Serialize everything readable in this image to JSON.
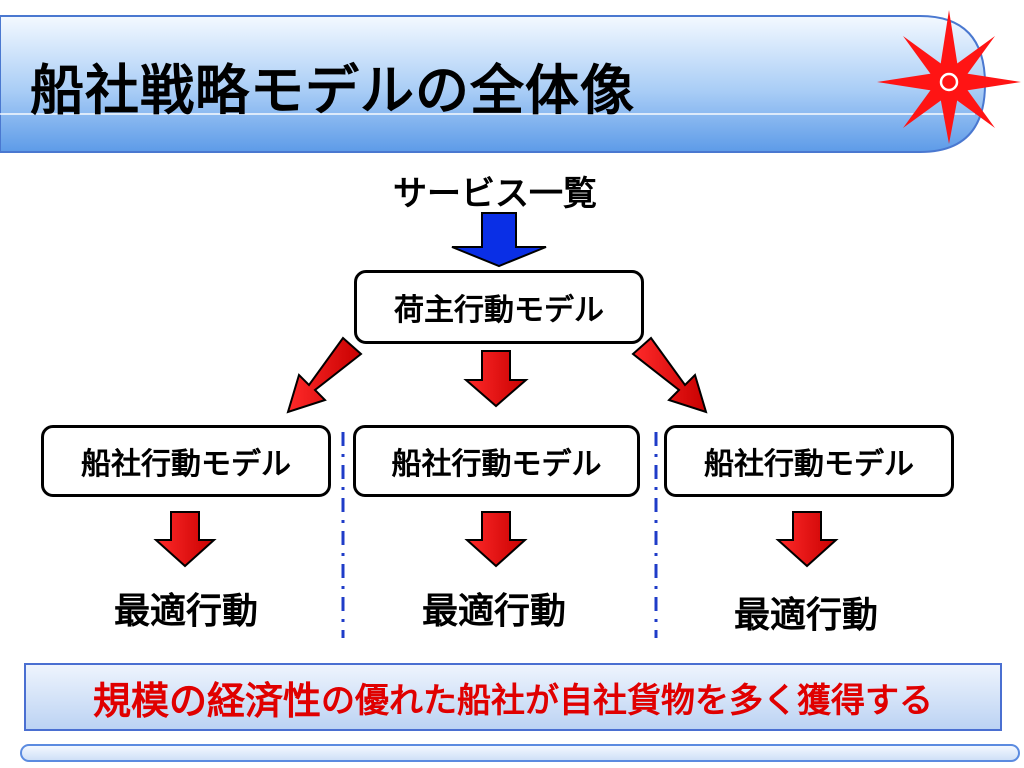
{
  "title": "船社戦略モデルの全体像",
  "service_list_label": "サービス一覧",
  "shipper_model_label": "荷主行動モデル",
  "carrier_models": [
    {
      "label": "船社行動モデル",
      "result": "最適行動"
    },
    {
      "label": "船社行動モデル",
      "result": "最適行動"
    },
    {
      "label": "船社行動モデル",
      "result": "最適行動"
    }
  ],
  "conclusion": {
    "part1": "規模の経済性",
    "part2": "の優れた船社",
    "part3": "が自社貨物を多く獲得する"
  },
  "colors": {
    "arrow_red": "#e60000",
    "arrow_blue": "#0a2fe6",
    "divider_blue": "#1f3cc8",
    "conclusion_text": "#e00000",
    "header_gradient_top": "#ffffff",
    "header_gradient_bottom": "#6aa6f0",
    "compass_red": "#ff1414"
  }
}
